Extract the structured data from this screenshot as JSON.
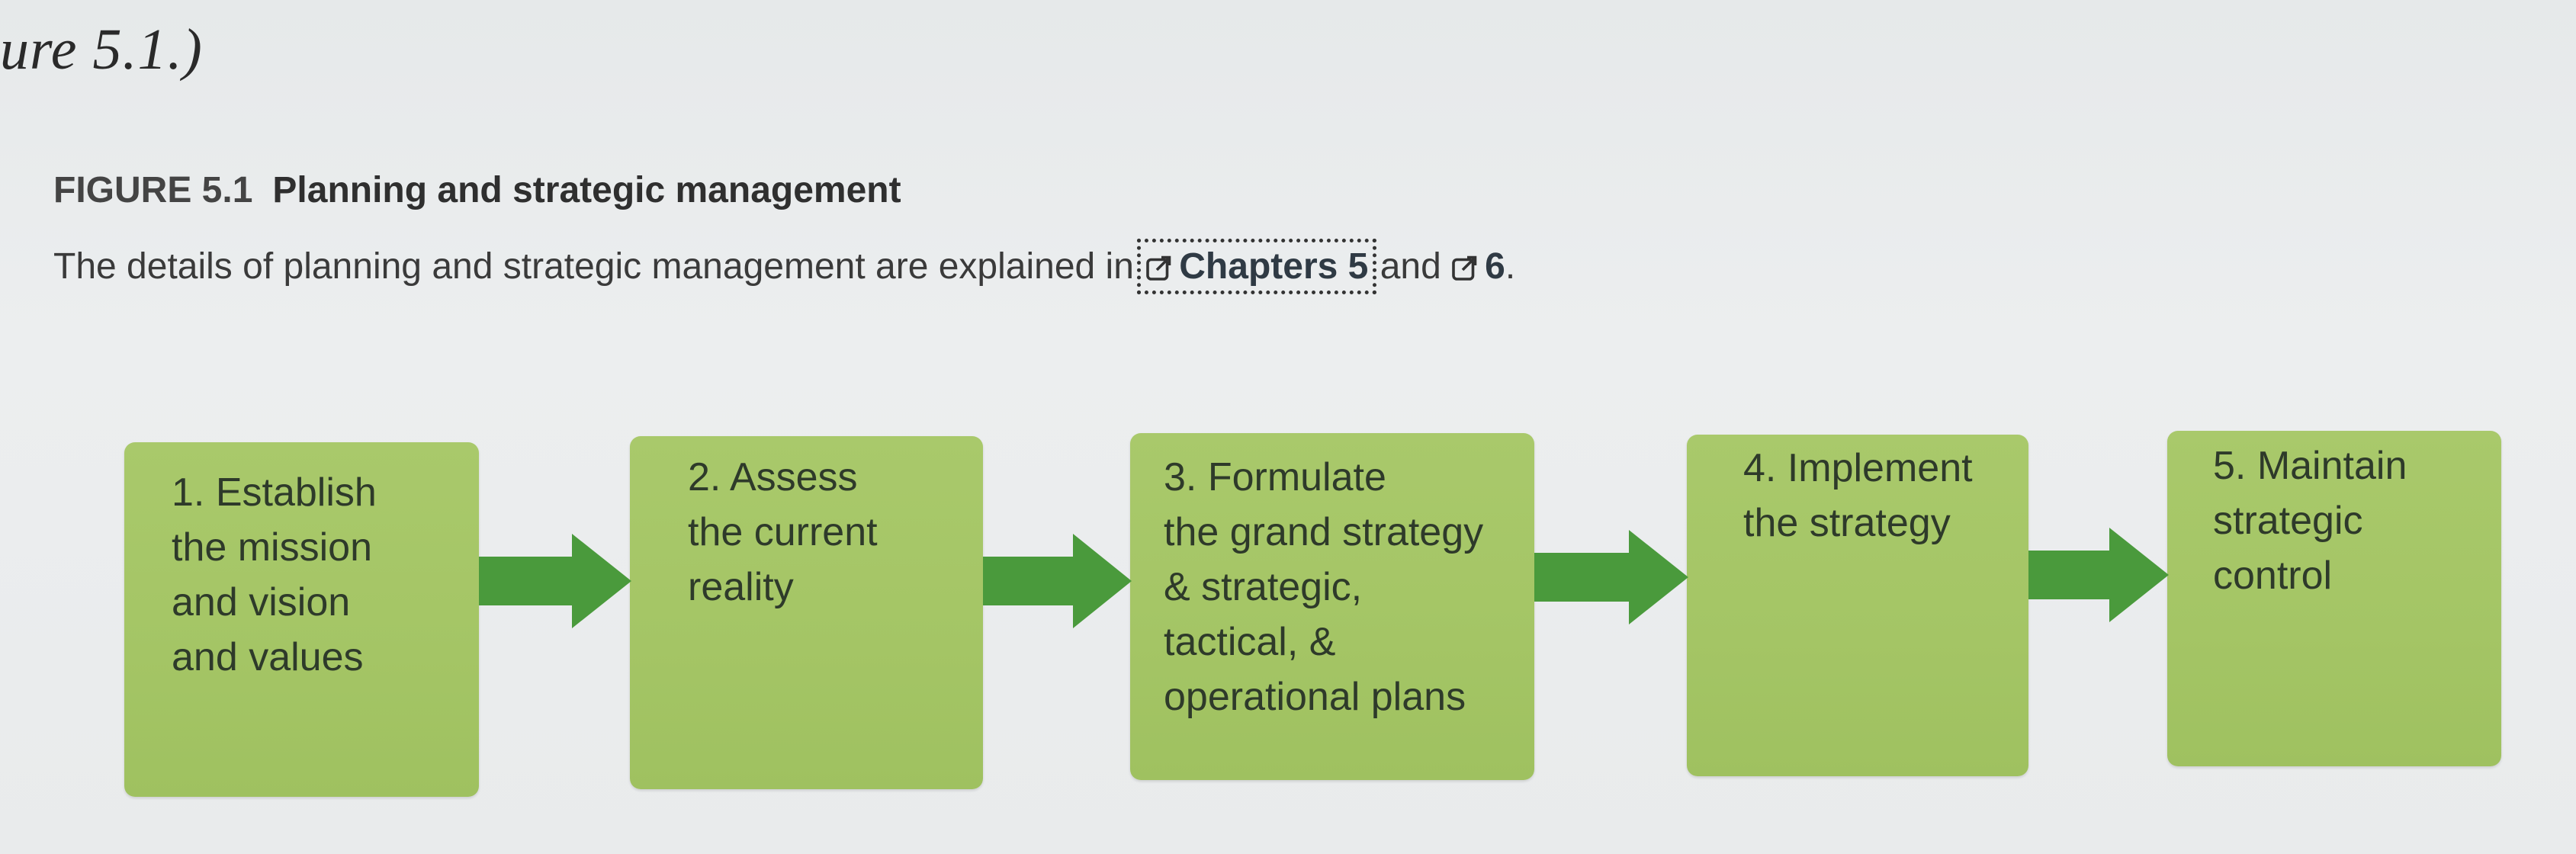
{
  "header": {
    "corner_reference": "ure 5.1.)"
  },
  "figure": {
    "number": "FIGURE 5.1",
    "title": "Planning and strategic management"
  },
  "caption": {
    "prefix": "The details of planning and strategic management are explained in",
    "link1": "Chapters 5",
    "between": "and",
    "link2": "6",
    "suffix": "."
  },
  "steps": [
    {
      "label": "1. Establish\nthe mission\nand vision\nand values"
    },
    {
      "label": "2. Assess\nthe current\nreality"
    },
    {
      "label": "3. Formulate\nthe grand strategy\n& strategic,\ntactical, &\noperational plans"
    },
    {
      "label": "4. Implement\nthe strategy"
    },
    {
      "label": "5. Maintain\nstrategic\ncontrol"
    }
  ],
  "colors": {
    "box_fill": "#a6c767",
    "arrow_fill": "#4a9a3c"
  }
}
